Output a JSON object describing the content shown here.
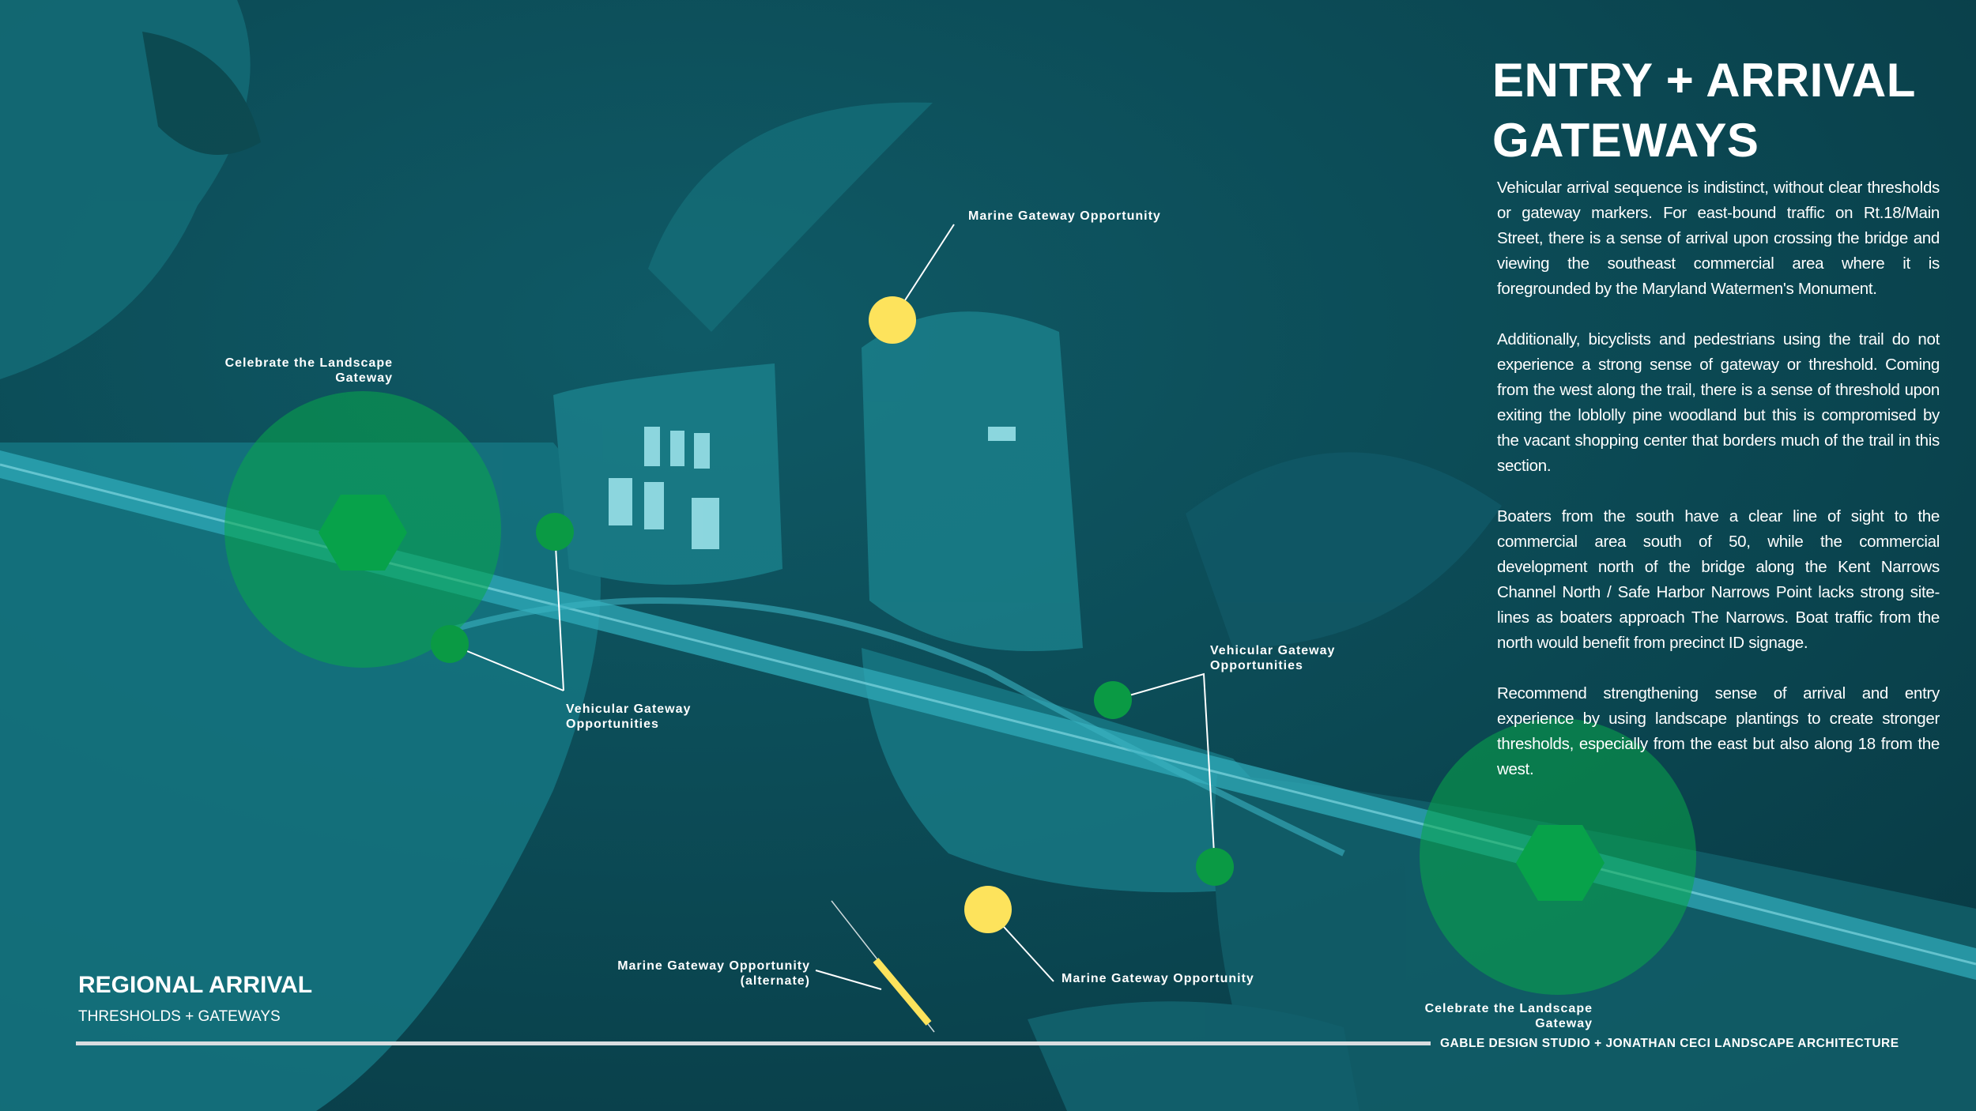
{
  "header": {
    "title_line1": "ENTRY + ARRIVAL",
    "title_line2": "GATEWAYS"
  },
  "body": {
    "paragraphs": [
      "Vehicular arrival sequence is indistinct, without clear thresholds or gateway markers.  For east-bound traffic on Rt.18/Main Street, there is a sense of arrival upon crossing the bridge and viewing the southeast commercial area where it is foregrounded by the Maryland Watermen's Monument.",
      "Additionally, bicyclists and pedestrians using the trail do not experience a strong sense of gateway or threshold. Coming from the west along the trail, there is a sense of threshold upon exiting the loblolly pine woodland but this is compromised by the vacant shopping center that borders much of the trail in this section.",
      "Boaters from the south have a clear line of sight to the commercial area south of 50, while the commercial development north of the bridge along the Kent Narrows Channel North / Safe Harbor Narrows Point lacks strong site-lines as boaters approach The Narrows. Boat traffic from the north would benefit from precinct ID signage.",
      "Recommend strengthening sense of arrival and entry experience by using landscape plantings to create stronger thresholds, especially from the east but also along 18 from the west."
    ]
  },
  "map_labels": {
    "marine_north": "Marine Gateway Opportunity",
    "landscape_west_1": "Celebrate the Landscape",
    "landscape_west_2": "Gateway",
    "vehicular_west_1": "Vehicular Gateway",
    "vehicular_west_2": "Opportunities",
    "vehicular_east_1": "Vehicular Gateway",
    "vehicular_east_2": "Opportunities",
    "marine_south": "Marine Gateway Opportunity",
    "marine_alt_1": "Marine Gateway Opportunity",
    "marine_alt_2": "(alternate)",
    "landscape_east_1": "Celebrate the Landscape",
    "landscape_east_2": "Gateway"
  },
  "footer": {
    "section_title": "REGIONAL ARRIVAL",
    "section_subtitle": "THRESHOLDS + GATEWAYS",
    "credit": "GABLE DESIGN STUDIO + JONATHAN CECI LANDSCAPE ARCHITECTURE"
  },
  "colors": {
    "landscape_gateway": "#0aa84a",
    "vehicular_gateway": "#0a9a44",
    "marine_gateway": "#fde35c",
    "map_tint": "#0c4b55"
  }
}
